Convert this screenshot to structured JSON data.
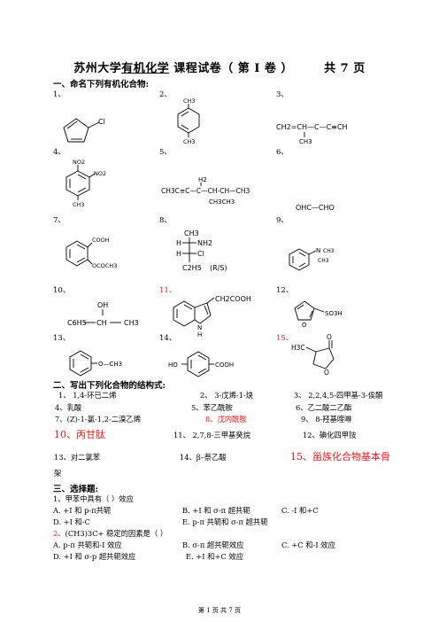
{
  "header": {
    "title_a": "苏州大学",
    "title_b": "有机化学",
    "title_c": " 课程试卷（ 第 I 卷 ）",
    "title_d": "共  7 页"
  },
  "section1": {
    "heading": "一、命名下列有机化合物:",
    "nums": [
      "1、",
      "2、",
      "3、",
      "4、",
      "5、",
      "6、",
      "7、",
      "8、",
      "9、",
      "10、",
      "11、",
      "12、",
      "13、",
      "14、",
      "15、"
    ]
  },
  "structures": {
    "s1_cl": "Cl",
    "s2_ch3_top": "CH3",
    "s2_ch3_bot": "CH3",
    "s3_main": "CH2=CH—C—C≡CH",
    "s3_ch3": "CH3",
    "s4_no2a": "NO2",
    "s4_no2b": "NO2",
    "s4_ch3": "CH3",
    "s5_h2": "H2",
    "s5_main": "CH3C≡C—C—CH-CH—CH3",
    "s5_sub": "CH3CH3",
    "s6": "OHC—CHO",
    "s7_cooh": "COOH",
    "s7_ococh3": "OCOCH3",
    "s8_ch3": "CH3",
    "s8_h1": "H",
    "s8_nh2": "NH2",
    "s8_h2": "H",
    "s8_cl": "Cl",
    "s8_c2h5": "C2H5",
    "s8_rs": "(R/S)",
    "s9_n": "N",
    "s9_ch3a": "CH3",
    "s9_ch3b": "CH3",
    "s10_oh": "OH",
    "s10_c6h5": "C6H5",
    "s10_ch": "CH",
    "s10_ch3": "CH3",
    "s11_side": "CH2COOH",
    "s11_nh": "N",
    "s11_h": "H",
    "s12_so3h": "SO3H",
    "s12_o": "O",
    "s13": "O—CH3",
    "s14_ho": "HO",
    "s14_cooh": "COOH",
    "s15_h3c": "H3C",
    "s15_o1": "O",
    "s15_o2": "O"
  },
  "section2": {
    "heading": "二、写出下列化合物的结构式:",
    "r1": [
      "1、 1,4-环已二烯",
      "2、 3-戊烯-1-炔",
      "3、 2,2,4,5-四甲基-3-俟酮"
    ],
    "r2": [
      "4、乳酸",
      "5、苯乙酰胺",
      "6、乙二酸二乙酯"
    ],
    "r3": [
      "7、(Z)-1-氯-1,2-二溴乙烯",
      "8、戊内酰胺",
      "9、 8-羟基喹啉"
    ],
    "r4": [
      "10、丙甘肽",
      "11、 2,7,8-三甲基癸烷",
      "12、碘化四甲铵"
    ],
    "r5": [
      "13、对二氯苯",
      "14、β–萘乙酸",
      "15、甾族化合物基本骨"
    ],
    "r5_cont": "架"
  },
  "section3": {
    "heading": "三、选择题:",
    "q1": "1、甲苯中具有（     ）效应",
    "q1_opts": [
      "A. +I 和 p-π共轭",
      "B. +I 和 σ-π  超共轭",
      "C. -I 和+C",
      "D. +I 和-C",
      "E. p-π 共轭和 σ-π 超共轭"
    ],
    "q2": "(CH3)3C+ 稳定的因素是（      ）",
    "q2_num": "2、",
    "q2_opts": [
      "A. p-π  共轭和-I 效应",
      "B. σ-π  超共轭效应",
      "C. +C 和-I 效应",
      "D. +I 和 σ-p 超共轭效应",
      "E.   +I 和+C 效应"
    ]
  },
  "footer": "第  1  页  共  7 页"
}
